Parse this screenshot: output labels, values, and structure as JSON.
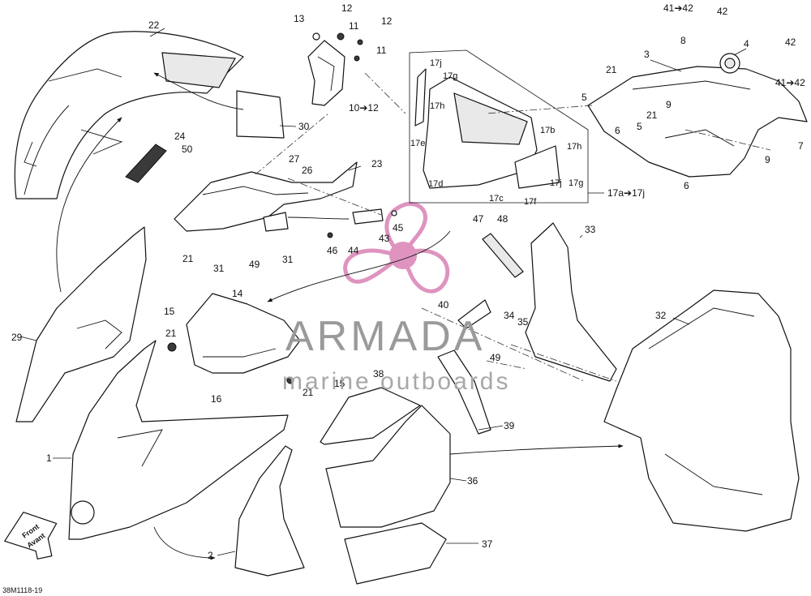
{
  "diagram_code": "38M1118-19",
  "front_label": {
    "line1": "Front",
    "line2": "Avant"
  },
  "watermark": {
    "brand": "ARMADA",
    "tagline": "marine outboards",
    "logo_color": "#d982b4"
  },
  "callouts": {
    "c1": "1",
    "c2": "2",
    "c3": "3",
    "c4": "4",
    "c5a": "5",
    "c5b": "5",
    "c6a": "6",
    "c6b": "6",
    "c7": "7",
    "c8": "8",
    "c9a": "9",
    "c9b": "9",
    "c10": "10➔12",
    "c11a": "11",
    "c11b": "11",
    "c12a": "12",
    "c12b": "12",
    "c13": "13",
    "c14": "14",
    "c15a": "15",
    "c15b": "15",
    "c16": "16",
    "c17j": "17j",
    "c17g": "17g",
    "c17h": "17h",
    "c17b": "17b",
    "c17e": "17e",
    "c17d": "17d",
    "c17c": "17c",
    "c17f": "17f",
    "c17h2": "17h",
    "c17j2": "17j",
    "c17g2": "17g",
    "c17range": "17a➔17j",
    "c21a": "21",
    "c21b": "21",
    "c21c": "21",
    "c21d": "21",
    "c21e": "21",
    "c22": "22",
    "c23": "23",
    "c24": "24",
    "c26": "26",
    "c27": "27",
    "c29": "29",
    "c30": "30",
    "c31a": "31",
    "c31b": "31",
    "c32": "32",
    "c33": "33",
    "c34": "34",
    "c35": "35",
    "c36": "36",
    "c37": "37",
    "c38": "38",
    "c39": "39",
    "c40": "40",
    "c4142a": "41➔42",
    "c4142b": "41➔42",
    "c42a": "42",
    "c42b": "42",
    "c43": "43",
    "c44": "44",
    "c45": "45",
    "c46": "46",
    "c47": "47",
    "c48": "48",
    "c49a": "49",
    "c49b": "49",
    "c50": "50"
  }
}
